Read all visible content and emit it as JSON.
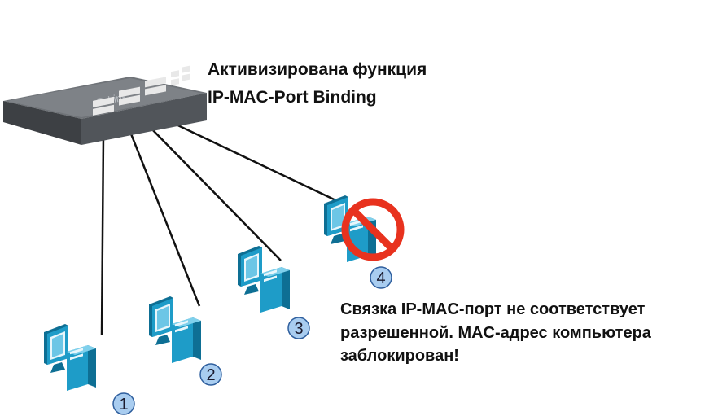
{
  "header": {
    "line1": "Активизирована функция",
    "line2": "IP-MAC-Port Binding"
  },
  "switch": {
    "brand": "D-Link",
    "icon": "network-switch-icon"
  },
  "computers": [
    {
      "label": "1",
      "status": "allowed",
      "icon": "computer-icon"
    },
    {
      "label": "2",
      "status": "allowed",
      "icon": "computer-icon"
    },
    {
      "label": "3",
      "status": "allowed",
      "icon": "computer-icon"
    },
    {
      "label": "4",
      "status": "blocked",
      "icon": "computer-icon"
    }
  ],
  "blocked_symbol": "prohibited-icon",
  "message": {
    "line1": "Связка IP-MAC-порт не соответствует",
    "line2": "разрешенной. MAC-адрес компьютера",
    "line3": "заблокирован!"
  },
  "colors": {
    "computer": "#1e9cc8",
    "computer_dark": "#0e6f94",
    "badge_fill": "#a9cdf0",
    "badge_stroke": "#2f5f9e",
    "prohibited": "#e8321e",
    "cable": "#111111"
  }
}
